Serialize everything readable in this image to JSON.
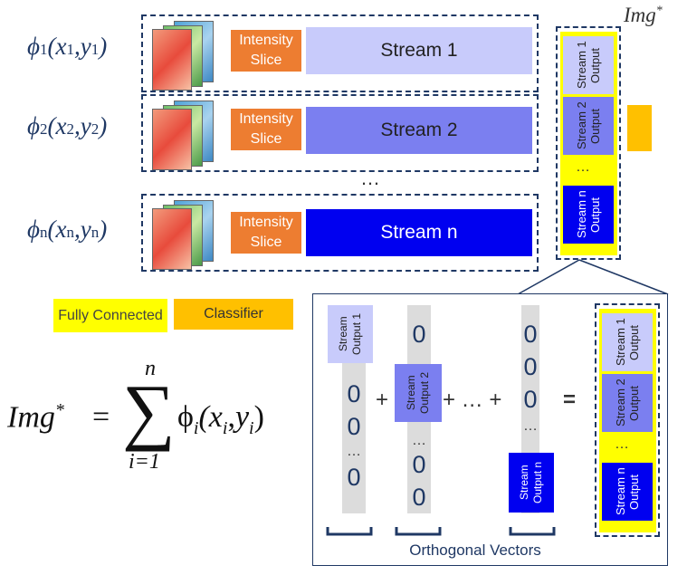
{
  "top_label": {
    "base": "Img",
    "sup": "*"
  },
  "rows": [
    {
      "phi": "ϕ",
      "i": "1",
      "x": "x",
      "y": "y",
      "slice": "Intensity Slice",
      "stream": "Stream 1",
      "color": "#c8cbfb"
    },
    {
      "phi": "ϕ",
      "i": "2",
      "x": "x",
      "y": "y",
      "slice": "Intensity Slice",
      "stream": "Stream 2",
      "color": "#7b7ff0"
    },
    {
      "phi": "ϕ",
      "i": "n",
      "x": "x",
      "y": "y",
      "slice": "Intensity Slice",
      "stream": "Stream n",
      "color": "#0000f0"
    }
  ],
  "row_ellipsis": "…",
  "output_column": {
    "items": [
      "Stream 1 Output",
      "Stream 2 Output",
      "Stream n Output"
    ],
    "ellipsis": "…",
    "fc_color": "#ffff00",
    "cls_color": "#ffc000"
  },
  "legend": {
    "fully_connected": "Fully Connected",
    "classifier": "Classifier"
  },
  "formula": {
    "lhs": "Img",
    "sup": "*",
    "eq": "=",
    "sigma": "∑",
    "top": "n",
    "bottom": "i=1",
    "term": "ϕ",
    "args": "(x",
    "y": "y",
    "close": ")",
    "sub_i": "i"
  },
  "orthogonal": {
    "title": "Orthogonal Vectors",
    "v1_label": "Stream Output 1",
    "v2_label": "Stream Output 2",
    "vn_label": "Stream Output n",
    "zero": "0",
    "dots": "…",
    "plus": "+",
    "plus_dots": "+ … +",
    "equals": "="
  }
}
